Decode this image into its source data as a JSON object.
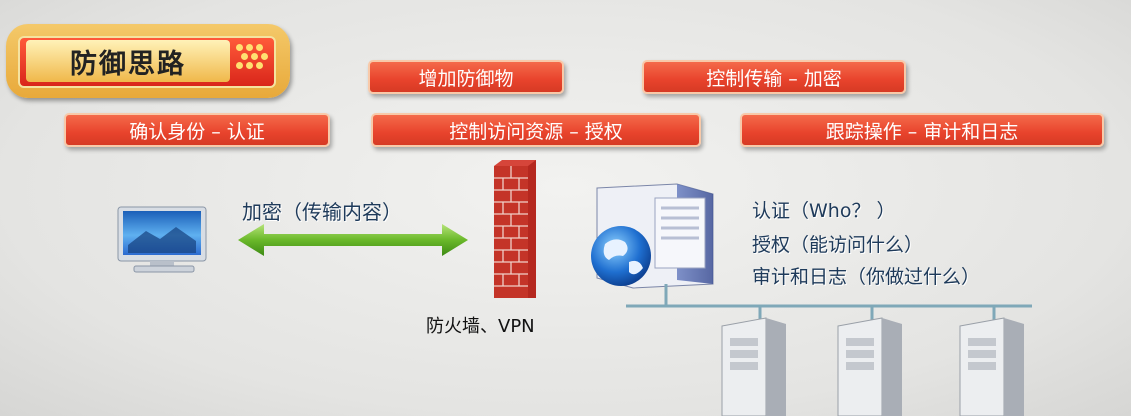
{
  "title": "防御思路",
  "top_row": [
    "增加防御物",
    "控制传输 – 加密"
  ],
  "second_row": [
    "确认身份 – 认证",
    "控制访问资源 – 授权",
    "跟踪操作 – 审计和日志"
  ],
  "link_label": "加密（传输内容）",
  "firewall_label": "防火墙、VPN",
  "server_notes": [
    "认证（Who？ ）",
    "授权（能访问什么）",
    "审计和日志（你做过什么）"
  ],
  "colors": {
    "pill": "#e8432c",
    "arrow": "#6ab82a",
    "firewall": "#c0392b",
    "note_text": "#1e3a5a"
  }
}
